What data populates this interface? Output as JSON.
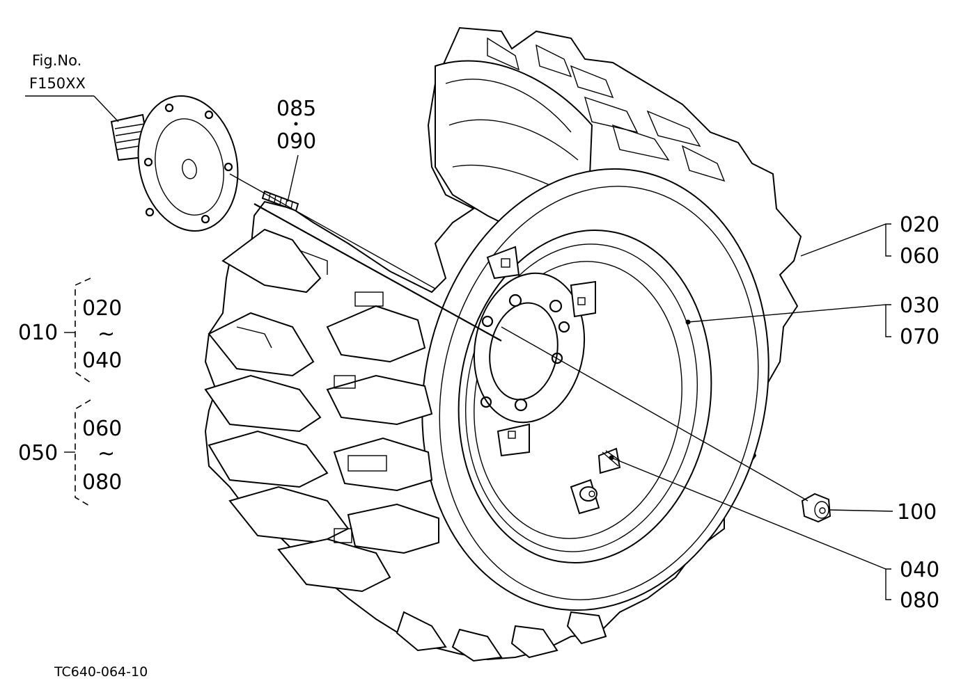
{
  "figure": {
    "fig_no_label": "Fig.No.",
    "fig_no_value": "F150XX",
    "drawing_code": "TC640-064-10"
  },
  "callouts": {
    "c085": "085",
    "c090": "090",
    "c020a": "020",
    "c060a": "060",
    "c030": "030",
    "c070": "070",
    "c100": "100",
    "c040a": "040",
    "c080a": "080"
  },
  "assemblies": [
    {
      "id": "010",
      "from": "020",
      "sep": "~",
      "to": "040"
    },
    {
      "id": "050",
      "from": "060",
      "sep": "~",
      "to": "080"
    }
  ]
}
